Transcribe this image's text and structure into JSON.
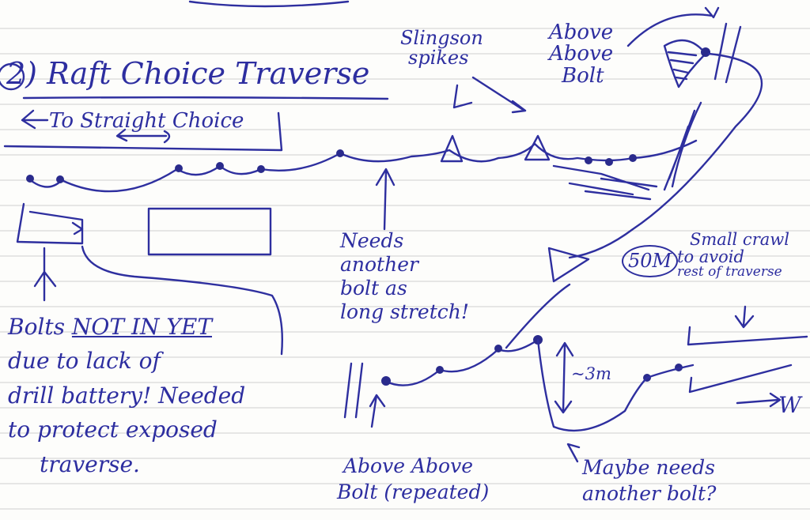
{
  "title": "2) Raft Choice Traverse",
  "to_straight_choice": "To Straight Choice",
  "slingsby_spikes": [
    "Slingson",
    "spikes"
  ],
  "above_above_bolt": [
    "Above",
    "Above",
    "Bolt"
  ],
  "needs_another_bolt": [
    "Needs",
    "another",
    "bolt as",
    "long stretch!"
  ],
  "fifty_m": "50M",
  "small_crawl": [
    "Small crawl",
    "to avoid",
    "rest of traverse"
  ],
  "bolts_not_in_yet": {
    "prefix": "Bolts ",
    "emph": "NOT IN YET",
    "lines": [
      "due to lack of",
      "drill battery! Needed",
      "to protect exposed",
      "traverse."
    ]
  },
  "three_m": "~3m",
  "w_label": "W",
  "above_above_bolt_repeated": [
    "Above Above",
    "Bolt (repeated)"
  ],
  "maybe_needs_another_bolt": [
    "Maybe needs",
    "another bolt?"
  ],
  "colors": {
    "ink": "#2e2f9f",
    "paper": "#fdfdfb",
    "rule": "#c9c9c9"
  }
}
